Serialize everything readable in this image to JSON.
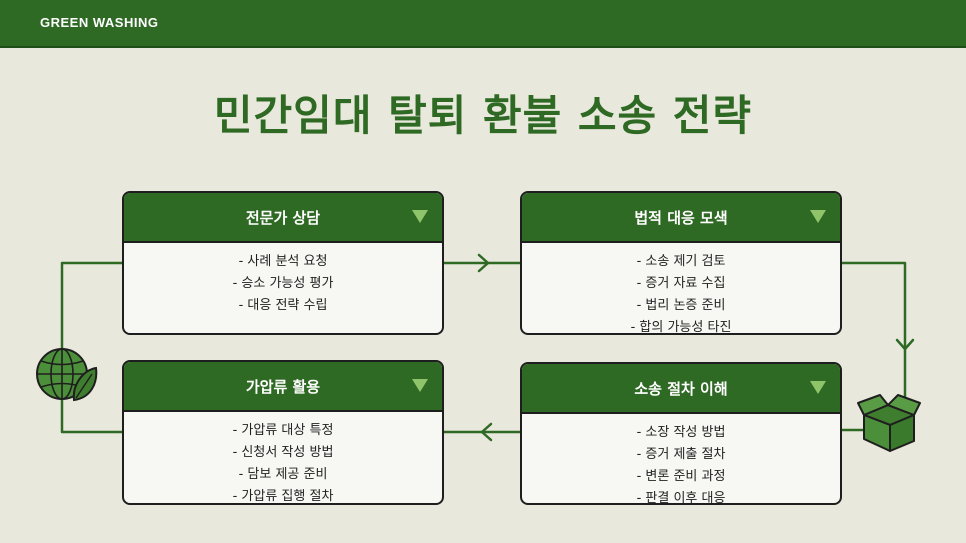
{
  "header": {
    "brand": "GREEN WASHING"
  },
  "title": "민간임대 탈퇴 환불 소송 전략",
  "cards": [
    {
      "title": "전문가 상담",
      "items": [
        "- 사례 분석 요청",
        "- 승소 가능성 평가",
        "- 대응 전략 수립"
      ]
    },
    {
      "title": "법적 대응 모색",
      "items": [
        "- 소송 제기 검토",
        "- 증거 자료 수집",
        "- 법리 논증 준비",
        "- 합의 가능성 타진"
      ]
    },
    {
      "title": "가압류 활용",
      "items": [
        "- 가압류 대상 특정",
        "- 신청서 작성 방법",
        "- 담보 제공 준비",
        "- 가압류 집행 절차"
      ]
    },
    {
      "title": "소송 절차 이해",
      "items": [
        "- 소장 작성 방법",
        "- 증거 제출 절차",
        "- 변론 준비 과정",
        "- 판결 이후 대응"
      ]
    }
  ],
  "icons": {
    "globe": "globe-leaf-icon",
    "box": "box-icon",
    "card_toggle": "triangle-down-icon"
  },
  "colors": {
    "primary": "#2f6a24",
    "accent": "#8fc46a",
    "background": "#e9e8dd"
  }
}
